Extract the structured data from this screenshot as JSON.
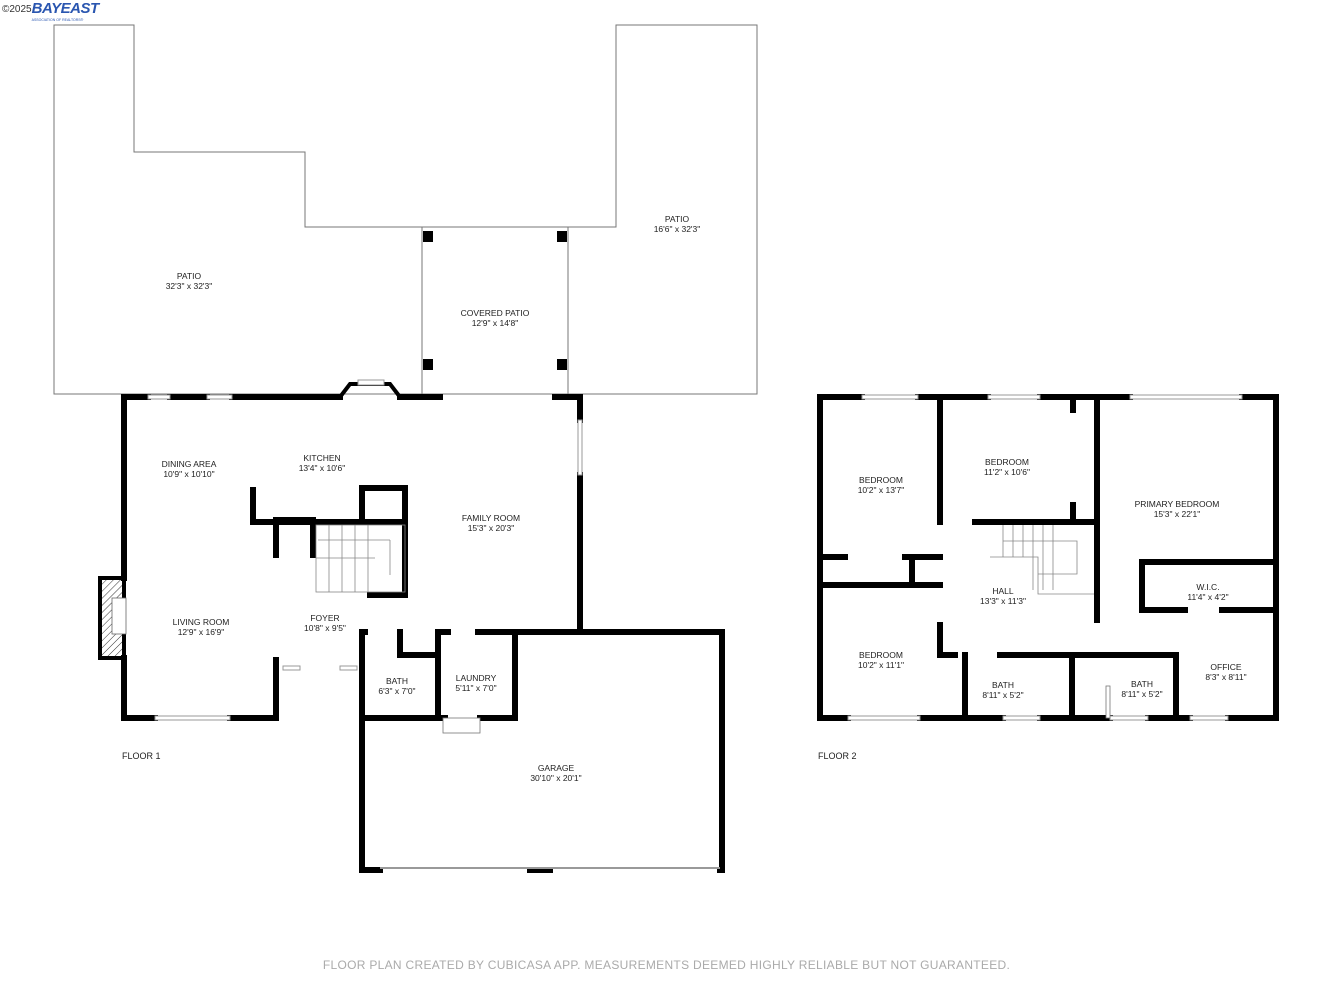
{
  "logo": {
    "copyright": "©2025",
    "brand": "BAYEAST",
    "tagline": "ASSOCIATION OF REALTORS®"
  },
  "floor1": {
    "label": "FLOOR 1",
    "rooms": [
      {
        "name": "PATIO",
        "size": "32'3\" x 32'3\""
      },
      {
        "name": "COVERED PATIO",
        "size": "12'9\" x 14'8\""
      },
      {
        "name": "PATIO",
        "size": "16'6\" x 32'3\""
      },
      {
        "name": "DINING AREA",
        "size": "10'9\" x 10'10\""
      },
      {
        "name": "KITCHEN",
        "size": "13'4\" x 10'6\""
      },
      {
        "name": "FAMILY ROOM",
        "size": "15'3\" x 20'3\""
      },
      {
        "name": "LIVING ROOM",
        "size": "12'9\" x 16'9\""
      },
      {
        "name": "FOYER",
        "size": "10'8\" x 9'5\""
      },
      {
        "name": "BATH",
        "size": "6'3\" x 7'0\""
      },
      {
        "name": "LAUNDRY",
        "size": "5'11\" x 7'0\""
      },
      {
        "name": "GARAGE",
        "size": "30'10\" x 20'1\""
      }
    ]
  },
  "floor2": {
    "label": "FLOOR 2",
    "rooms": [
      {
        "name": "BEDROOM",
        "size": "10'2\" x 13'7\""
      },
      {
        "name": "BEDROOM",
        "size": "11'2\" x 10'6\""
      },
      {
        "name": "PRIMARY BEDROOM",
        "size": "15'3\" x 22'1\""
      },
      {
        "name": "W.I.C.",
        "size": "11'4\" x 4'2\""
      },
      {
        "name": "HALL",
        "size": "13'3\" x 11'3\""
      },
      {
        "name": "BEDROOM",
        "size": "10'2\" x 11'1\""
      },
      {
        "name": "BATH",
        "size": "8'11\" x 5'2\""
      },
      {
        "name": "BATH",
        "size": "8'11\" x 5'2\""
      },
      {
        "name": "OFFICE",
        "size": "8'3\" x 8'11\""
      }
    ]
  },
  "footer": "FLOOR PLAN CREATED BY CUBICASA APP. MEASUREMENTS DEEMED HIGHLY RELIABLE BUT NOT GUARANTEED."
}
